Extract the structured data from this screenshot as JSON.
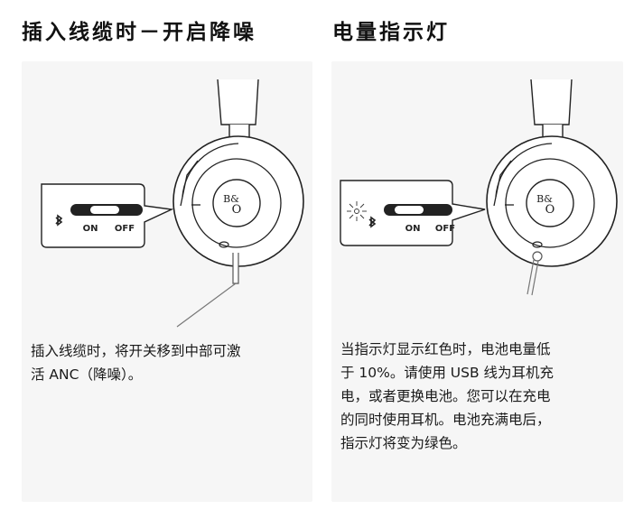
{
  "left": {
    "heading": "插入线缆时－开启降噪",
    "switch_on_label": "ON",
    "switch_off_label": "OFF",
    "logo_top": "B&",
    "logo_bottom": "O",
    "caption_lines": [
      "插入线缆时，将开关移到中部可激",
      "活 ANC（降噪）。"
    ]
  },
  "right": {
    "heading": "电量指示灯",
    "switch_on_label": "ON",
    "switch_off_label": "OFF",
    "logo_top": "B&",
    "logo_bottom": "O",
    "caption_lines": [
      "当指示灯显示红色时，电池电量低",
      "于 10%。请使用 USB 线为耳机充",
      "电，或者更换电池。您可以在充电",
      "的同时使用耳机。电池充满电后，",
      "指示灯将变为绿色。"
    ]
  },
  "icons": {
    "bluetooth": "bluetooth-icon",
    "indicator_light": "indicator-light-icon",
    "usb_port": "usb-port-icon"
  }
}
